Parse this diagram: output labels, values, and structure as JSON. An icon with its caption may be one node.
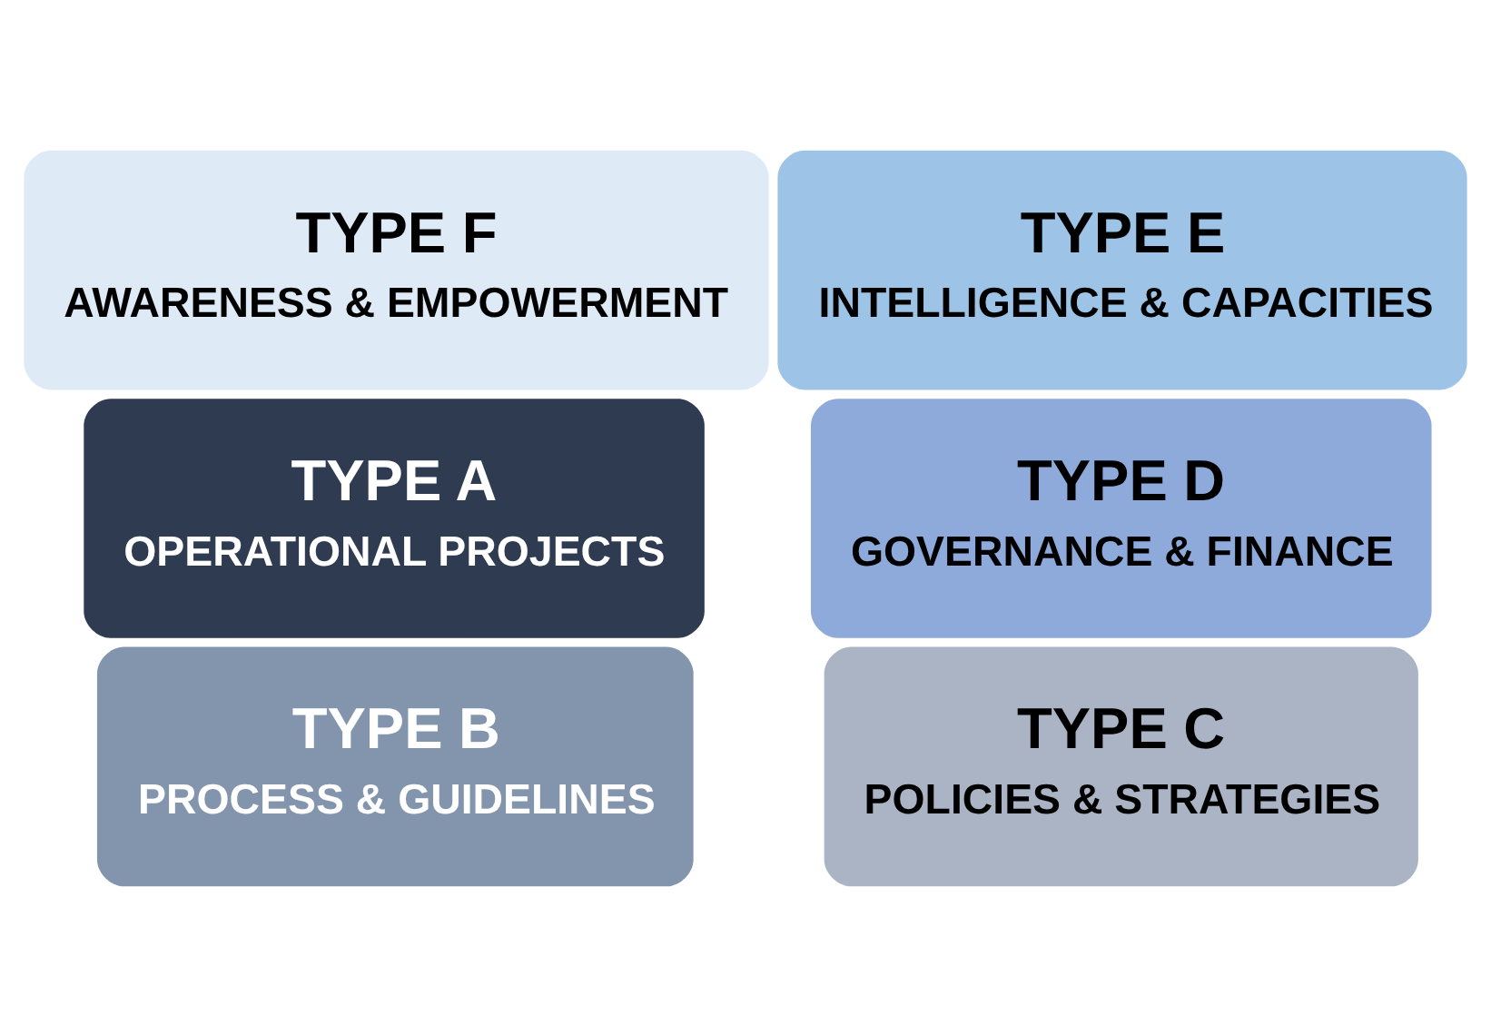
{
  "diagram": {
    "nodes": [
      {
        "text": [
          "TYPE A",
          "OPERATIONAL PROJECTS"
        ]
      },
      {
        "text": [
          "TYPE B",
          "PROCESS & GUIDELINES"
        ]
      },
      {
        "text": [
          "TYPE C",
          "POLICIES & STRATEGIES"
        ]
      },
      {
        "text": [
          "TYPE D",
          "GOVERNANCE & FINANCE"
        ]
      },
      {
        "text": [
          "TYPE E",
          "INTELLIGENCE & CAPACITIES"
        ]
      },
      {
        "text": [
          "TYPE F",
          "AWARENESS & EMPOWERMENT"
        ]
      }
    ]
  }
}
